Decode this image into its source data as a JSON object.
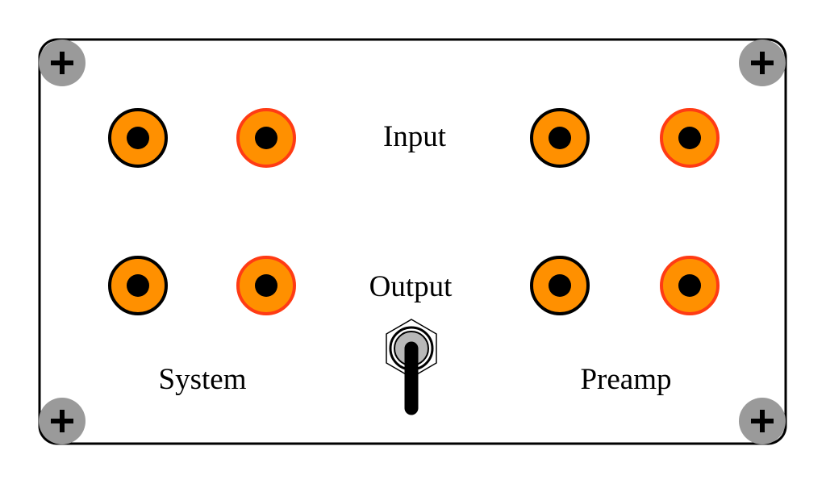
{
  "labels": {
    "input": "Input",
    "output": "Output",
    "system": "System",
    "preamp": "Preamp"
  },
  "panel": {
    "background": "#ffffff",
    "border_color": "#000000"
  },
  "screws": {
    "color": "#9a9a9a",
    "symbol_color": "#000000",
    "icon": "phillips-screw-icon"
  },
  "jacks": {
    "body_color": "#ff9000",
    "center_color": "#000000",
    "rings": {
      "black": "#000000",
      "red": "#ff3b14"
    },
    "groups": [
      {
        "name": "system",
        "row": "input",
        "channels": [
          "black",
          "red"
        ]
      },
      {
        "name": "preamp",
        "row": "input",
        "channels": [
          "black",
          "red"
        ]
      },
      {
        "name": "system",
        "row": "output",
        "channels": [
          "black",
          "red"
        ]
      },
      {
        "name": "preamp",
        "row": "output",
        "channels": [
          "black",
          "red"
        ]
      }
    ]
  },
  "switch": {
    "icon": "toggle-switch-icon",
    "lever_color": "#000000",
    "nut_color": "#b8b8b8"
  }
}
